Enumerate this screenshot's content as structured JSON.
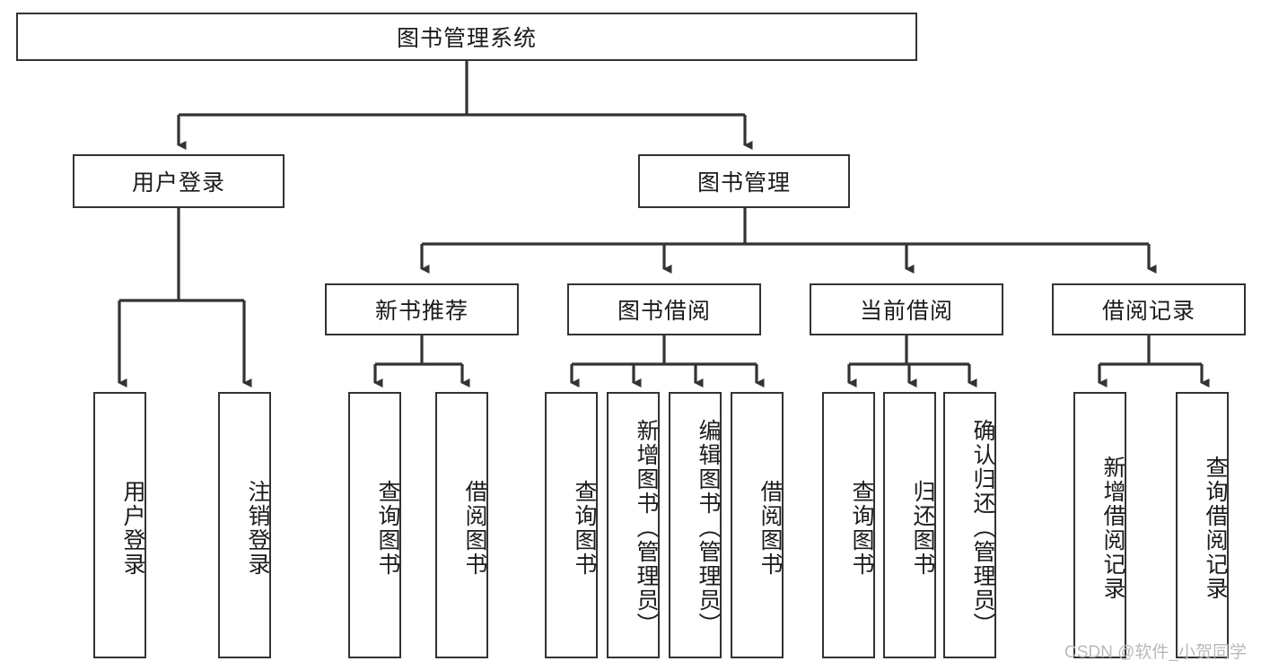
{
  "diagram": {
    "type": "tree-hierarchy-chart",
    "title": "图书管理系统",
    "colors": {
      "stroke": "#333333",
      "fill": "#ffffff",
      "text": "#1b1b1b",
      "watermark": "#b9b9b9"
    },
    "watermark": "CSDN @软件_小贺同学",
    "levels": {
      "root": {
        "label": "图书管理系统"
      },
      "level2": [
        {
          "label": "用户登录"
        },
        {
          "label": "图书管理"
        }
      ],
      "level3": [
        {
          "label": "新书推荐"
        },
        {
          "label": "图书借阅"
        },
        {
          "label": "当前借阅"
        },
        {
          "label": "借阅记录"
        }
      ],
      "leaves": {
        "user_login": [
          {
            "label": "用户登录"
          },
          {
            "label": "注销登录"
          }
        ],
        "new_book_recommend": [
          {
            "label": "查询图书"
          },
          {
            "label": "借阅图书"
          }
        ],
        "book_borrow": [
          {
            "label": "查询图书"
          },
          {
            "label": "新增图书（管理员）"
          },
          {
            "label": "编辑图书（管理员）"
          },
          {
            "label": "借阅图书"
          }
        ],
        "current_borrow": [
          {
            "label": "查询图书"
          },
          {
            "label": "归还图书"
          },
          {
            "label": "确认归还（管理员）"
          }
        ],
        "borrow_record": [
          {
            "label": "新增借阅记录"
          },
          {
            "label": "查询借阅记录"
          }
        ]
      }
    }
  }
}
